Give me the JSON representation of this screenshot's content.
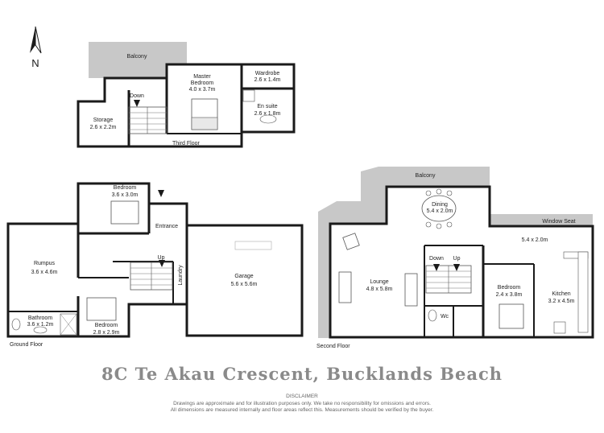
{
  "compass": {
    "letter": "N"
  },
  "floors": {
    "third": {
      "label": "Third Floor",
      "rooms": {
        "balcony": {
          "name": "Balcony",
          "size": ""
        },
        "master": {
          "name": "Master Bedroom",
          "size": "4.0 x 3.7m"
        },
        "wardrobe": {
          "name": "Wardrobe",
          "size": "2.6 x 1.4m"
        },
        "ensuite": {
          "name": "En suite",
          "size": "2.6 x 1.8m"
        },
        "storage": {
          "name": "Storage",
          "size": "2.6 x 2.2m"
        }
      },
      "stair": {
        "down": "Down"
      }
    },
    "ground": {
      "label": "Ground Floor",
      "rooms": {
        "bedroom1": {
          "name": "Bedroom",
          "size": "3.6 x 3.0m"
        },
        "entrance": {
          "name": "Entrance",
          "size": ""
        },
        "rumpus": {
          "name": "Rumpus",
          "size": "3.6 x 4.6m"
        },
        "laundry": {
          "name": "Laundry",
          "size": ""
        },
        "garage": {
          "name": "Garage",
          "size": "5.6 x 5.6m"
        },
        "bathroom": {
          "name": "Bathroom",
          "size": "3.6 x 1.2m"
        },
        "bedroom2": {
          "name": "Bedroom",
          "size": "2.8 x 2.9m"
        }
      },
      "stair": {
        "up": "Up"
      }
    },
    "second": {
      "label": "Second Floor",
      "rooms": {
        "balcony": {
          "name": "Balcony",
          "size": ""
        },
        "dining": {
          "name": "Dining",
          "size": "5.4 x 2.0m"
        },
        "window_seat": {
          "name": "Window Seat",
          "size": "5.4 x 2.0m"
        },
        "lounge": {
          "name": "Lounge",
          "size": "4.8 x 5.8m"
        },
        "bedroom": {
          "name": "Bedroom",
          "size": "2.4 x 3.8m"
        },
        "kitchen": {
          "name": "Kitchen",
          "size": "3.2 x 4.5m"
        },
        "wc": {
          "name": "Wc",
          "size": ""
        }
      },
      "stair": {
        "down": "Down",
        "up": "Up"
      }
    }
  },
  "address": "8C Te Akau Crescent, Bucklands Beach",
  "disclaimer": {
    "title": "DISCLAIMER",
    "line1": "Drawings are approximate and for illustration purposes only. We take no responsibility for omissions and errors.",
    "line2": "All dimensions are measured internally and floor areas reflect this. Measurements should be verified by the buyer."
  },
  "colors": {
    "wall": "#1a1a1a",
    "balcony": "#c8c8c8",
    "floor": "#ffffff"
  }
}
